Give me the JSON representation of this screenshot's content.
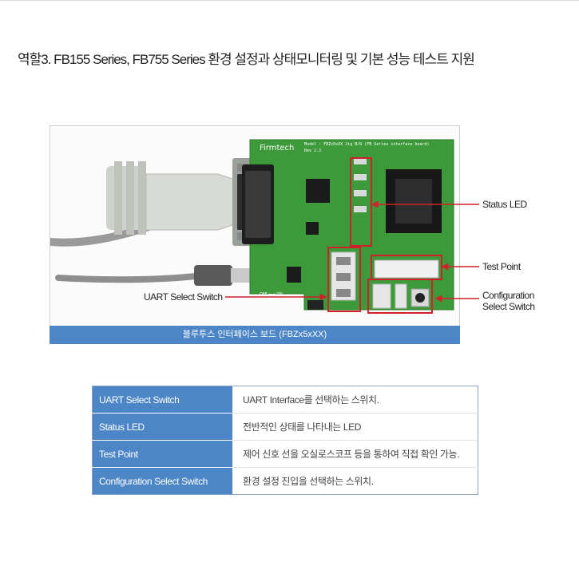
{
  "page": {
    "title": "역할3. FB155 Series, FB755 Series 환경 설정과 상태모니터링 및 기본 성능 테스트 지원"
  },
  "photo": {
    "caption": "블루투스 인터페이스 보드 (FBZx5xXX)",
    "board_brand": "Firmtech",
    "board_model": "Model : FBZx5xXX Jig B/D (FB Series interface board)",
    "board_rev": "Rev 2.3",
    "board_switch_label": "OFF ←→ ON",
    "callouts": {
      "status_led": "Status LED",
      "test_point": "Test Point",
      "config_line1": "Configuration",
      "config_line2": "Select Switch",
      "uart_select": "UART Select Switch"
    }
  },
  "table": {
    "rows": [
      {
        "name": "UART Select Switch",
        "desc": "UART Interface를 선택하는 스위치."
      },
      {
        "name": "Status LED",
        "desc": "전반적인 상태를 나타내는 LED"
      },
      {
        "name": "Test Point",
        "desc": "제어 신호 선을 오실로스코프 등을 통하여 직접 확인 가능."
      },
      {
        "name": "Configuration Select Switch",
        "desc": "환경 설정 진입을 선택하는 스위치."
      }
    ]
  },
  "colors": {
    "accent_blue": "#4d86c6",
    "callout_red": "#d0202a",
    "pcb_green": "#3c9a3a"
  }
}
